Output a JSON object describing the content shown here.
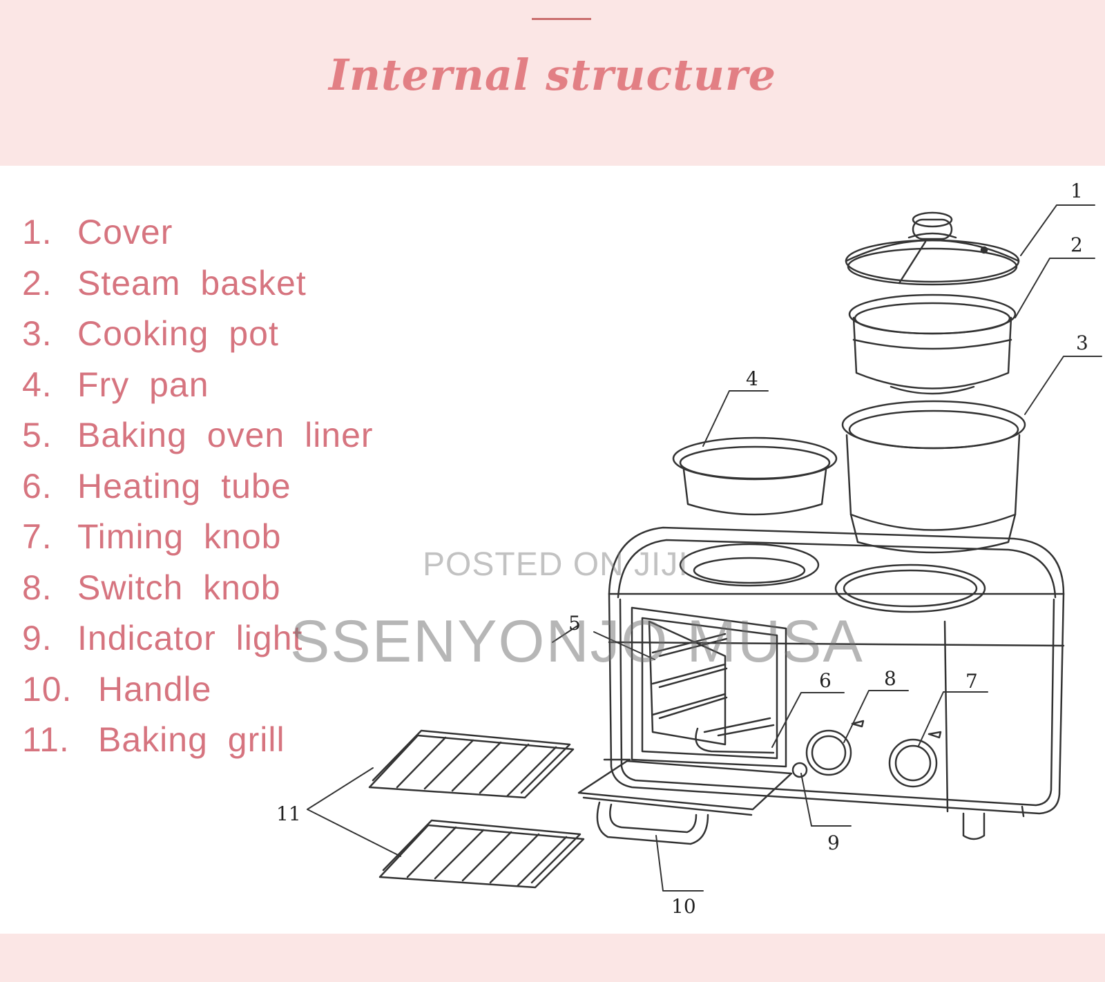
{
  "title": "Internal structure",
  "parts": [
    {
      "number": "1.",
      "label": "Cover"
    },
    {
      "number": "2.",
      "label": "Steam basket"
    },
    {
      "number": "3.",
      "label": "Cooking pot"
    },
    {
      "number": "4.",
      "label": "Fry pan"
    },
    {
      "number": "5.",
      "label": "Baking oven liner"
    },
    {
      "number": "6.",
      "label": "Heating tube"
    },
    {
      "number": "7.",
      "label": "Timing knob"
    },
    {
      "number": "8.",
      "label": "Switch knob"
    },
    {
      "number": "9.",
      "label": "Indicator light"
    },
    {
      "number": "10.",
      "label": "Handle"
    },
    {
      "number": "11.",
      "label": "Baking grill"
    }
  ],
  "callouts": [
    "1",
    "2",
    "3",
    "4",
    "5",
    "6",
    "7",
    "8",
    "9",
    "10",
    "11"
  ],
  "watermark": {
    "line1": "POSTED ON JIJI",
    "line2": "SSENYONJO MUSA"
  },
  "colors": {
    "band": "#fbe6e5",
    "title": "#e27f84",
    "list_text": "#d6747f",
    "line_art": "#333333"
  }
}
